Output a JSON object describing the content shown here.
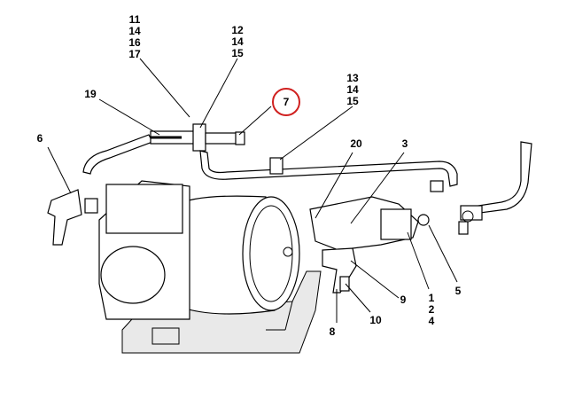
{
  "callouts": {
    "c1": "11\n14\n16\n17",
    "c2": "12\n14\n15",
    "c3": "13\n14\n15",
    "c19": "19",
    "c7": "7",
    "c6": "6",
    "c20": "20",
    "c3b": "3",
    "c124": "1\n2\n4",
    "c5": "5",
    "c9": "9",
    "c8": "8",
    "c10": "10"
  },
  "highlight_color": "#d0201f"
}
